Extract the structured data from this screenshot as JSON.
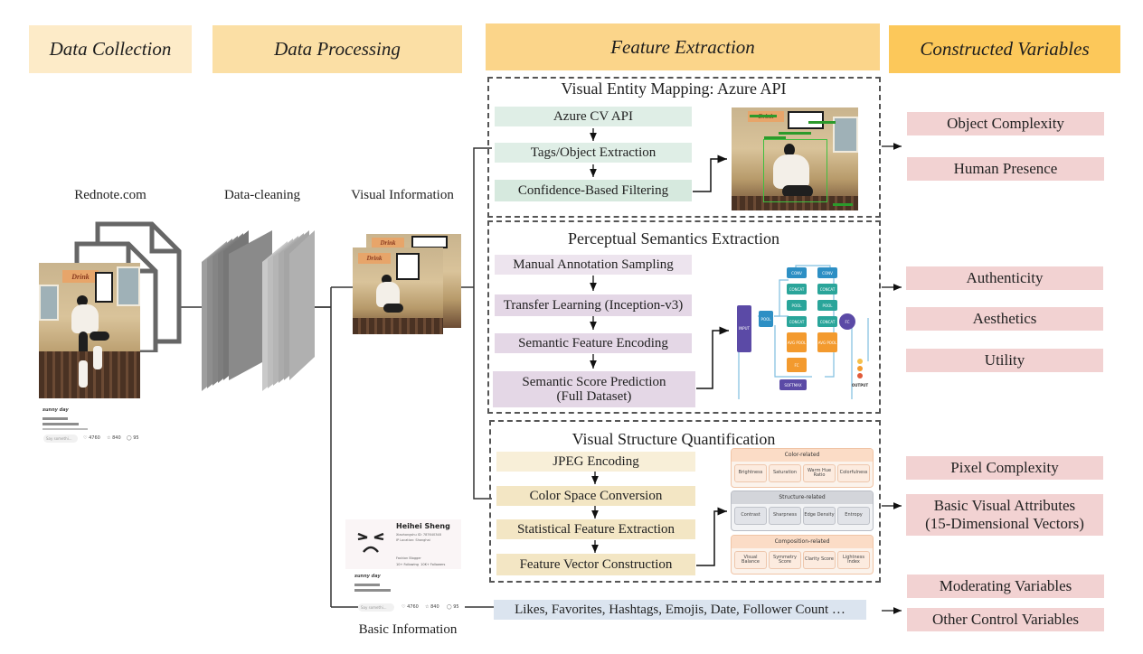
{
  "stages": {
    "data_collection": "Data Collection",
    "data_processing": "Data Processing",
    "feature_extraction": "Feature Extraction",
    "constructed_variables": "Constructed Variables"
  },
  "collection": {
    "source_label": "Rednote.com",
    "post_card": {
      "username": "sunny day",
      "likes": "4760",
      "favorites": "840",
      "comments": "95",
      "comment_placeholder": "Say somethi..."
    }
  },
  "processing": {
    "cleaning_label": "Data-cleaning",
    "visual_label": "Visual Information",
    "basic_label": "Basic Information",
    "profile": {
      "name": "Heihei Sheng",
      "bio_lines": [
        "Xiaohongshu ID: 787640348",
        "IP Location: Shanghai",
        "Fashion Blogger"
      ],
      "following": "10+ Following",
      "followers": "10K+ Followers"
    }
  },
  "feature_extraction": {
    "visual_entity": {
      "title": "Visual Entity Mapping: Azure API",
      "steps": [
        "Azure CV API",
        "Tags/Object Extraction",
        "Confidence-Based Filtering"
      ]
    },
    "perceptual": {
      "title": "Perceptual Semantics Extraction",
      "steps": [
        "Manual Annotation Sampling",
        "Transfer Learning (Inception-v3)",
        "Semantic Feature Encoding",
        "Semantic Score Prediction\n(Full Dataset)"
      ],
      "network": {
        "input": "INPUT",
        "pool": "POOL",
        "conv": "CONV",
        "concat": "CONCAT",
        "avg_pool": "AVG POOL",
        "fc": "FC",
        "softmax": "SOFTMAX",
        "output": "OUTPUT"
      }
    },
    "structure": {
      "title": "Visual Structure Quantification",
      "steps": [
        "JPEG Encoding",
        "Color Space Conversion",
        "Statistical Feature Extraction",
        "Feature Vector Construction"
      ],
      "groups": [
        {
          "name": "Color-related",
          "items": [
            "Brightness",
            "Saturation",
            "Warm Hue Ratio",
            "Colorfulness"
          ]
        },
        {
          "name": "Structure-related",
          "items": [
            "Contrast",
            "Sharpness",
            "Edge Density",
            "Entropy"
          ]
        },
        {
          "name": "Composition-related",
          "items": [
            "Visual Balance",
            "Symmetry Score",
            "Clarity Score",
            "Lightness Index"
          ]
        }
      ]
    },
    "basic_info_bar": "Likes, Favorites, Hashtags, Emojis, Date, Follower Count …"
  },
  "variables": {
    "entity": [
      "Object Complexity",
      "Human Presence"
    ],
    "perceptual": [
      "Authenticity",
      "Aesthetics",
      "Utility"
    ],
    "structure": [
      "Pixel Complexity",
      "Basic Visual Attributes\n(15-Dimensional Vectors)"
    ],
    "other": [
      "Moderating Variables",
      "Other Control Variables"
    ]
  },
  "colors": {
    "stage_light": "#fdebc8",
    "stage_mid": "#fbdfa5",
    "stage_strong": "#fbd58a",
    "stage_deep": "#fcc85a",
    "variable_fill": "#f2d2d2"
  }
}
